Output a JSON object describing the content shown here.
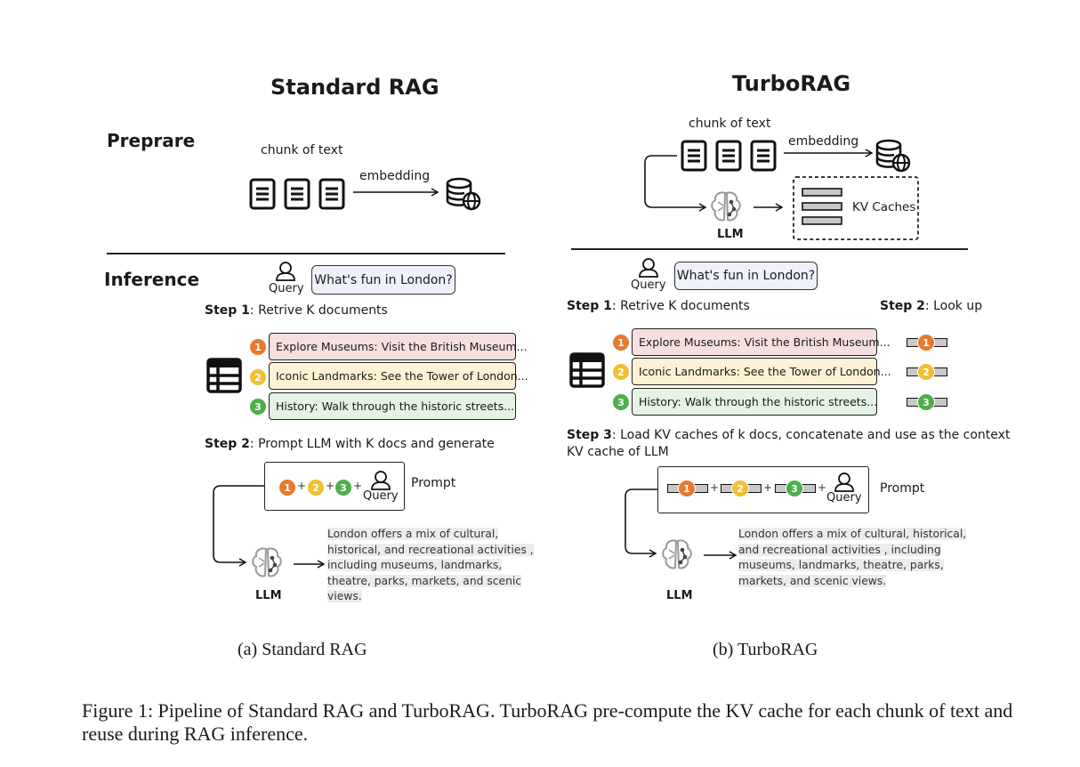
{
  "left": {
    "title": "Standard RAG",
    "prepare_label": "Preprare",
    "inference_label": "Inference",
    "chunk_label": "chunk of text",
    "embedding_label": "embedding",
    "query_label": "Query",
    "query_text": "What's fun in London?",
    "step1_bold": "Step 1",
    "step1_text": ": Retrive K documents",
    "docs": [
      {
        "num": "1",
        "text": "Explore Museums: Visit the British Museum..."
      },
      {
        "num": "2",
        "text": "Iconic Landmarks: See the Tower of London..."
      },
      {
        "num": "3",
        "text": "History: Walk through the historic streets..."
      }
    ],
    "step2_bold": "Step 2",
    "step2_text": ": Prompt LLM with K docs and generate",
    "prompt_label": "Prompt",
    "llm_label": "LLM",
    "response_lines": [
      "London offers a mix of cultural,",
      "historical, and recreational activities ,",
      "including museums, landmarks,",
      "theatre, parks, markets, and scenic",
      "views."
    ],
    "caption": "(a) Standard RAG"
  },
  "right": {
    "title": "TurboRAG",
    "chunk_label": "chunk of text",
    "embedding_label": "embedding",
    "kv_caches_label": "KV Caches",
    "llm_label": "LLM",
    "query_label": "Query",
    "query_text": "What's fun in London?",
    "step1_bold": "Step 1",
    "step1_text": ": Retrive K documents",
    "step2_bold": "Step 2",
    "step2_text": ": Look up",
    "docs": [
      {
        "num": "1",
        "text": "Explore Museums: Visit the British Museum..."
      },
      {
        "num": "2",
        "text": "Iconic Landmarks: See the Tower of London..."
      },
      {
        "num": "3",
        "text": "History: Walk through the historic streets..."
      }
    ],
    "step3_bold": "Step 3",
    "step3_text_line1": ": Load KV caches of k docs, concatenate and use as the context",
    "step3_text_line2": "KV cache of LLM",
    "prompt_label": "Prompt",
    "llm_label2": "LLM",
    "response_lines": [
      "London offers a mix of cultural, historical,",
      "and recreational activities , including",
      "museums, landmarks, theatre, parks,",
      "markets, and scenic views."
    ],
    "caption": "(b) TurboRAG"
  },
  "figure_caption": "Figure 1: Pipeline of Standard RAG and TurboRAG. TurboRAG pre-compute the KV cache for each chunk of text and reuse during RAG inference.",
  "colors": {
    "doc1": "#f8dfdf",
    "doc2": "#fdf2d4",
    "doc3": "#e5f2e4",
    "badge1": "#e8792e",
    "badge2": "#f1bf32",
    "badge3": "#4fae4b"
  },
  "icons": [
    "document-icon",
    "database-globe-icon",
    "user-icon",
    "table-icon",
    "brain-icon",
    "kv-cache-bar-icon"
  ]
}
